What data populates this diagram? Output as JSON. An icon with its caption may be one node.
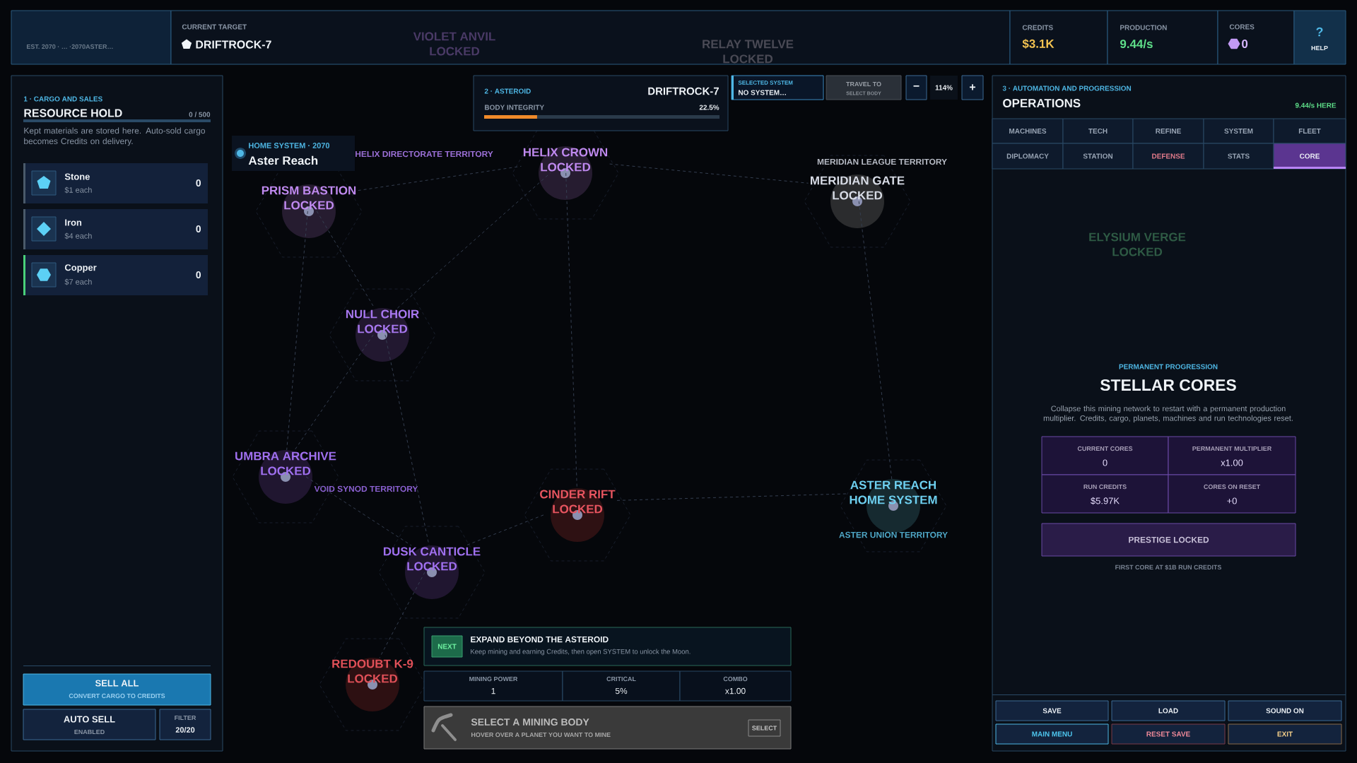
{
  "diagram": {
    "nodes": [
      {
        "text": [
          "EST. 2070 · … ·2070ASTER…"
        ]
      },
      {
        "text": [
          "CURRENT TARGET",
          "DRIFTROCK-7"
        ]
      },
      {
        "text": [
          "CREDITS",
          "$3.1K"
        ]
      },
      {
        "text": [
          "PRODUCTION",
          "9.44/s"
        ]
      },
      {
        "text": [
          "CORES",
          "0"
        ]
      },
      {
        "text": [
          "?",
          "HELP"
        ]
      },
      {
        "text": [
          "1 · CARGO AND SALES",
          "RESOURCE HOLD",
          "0 / 500",
          "Kept materials are stored here. Auto-sold cargo becomes Credits on delivery."
        ]
      },
      {
        "text": [
          "Stone",
          "$1 each",
          "0"
        ],
        "in": 6
      },
      {
        "text": [
          "Iron",
          "$4 each",
          "0"
        ],
        "in": 6
      },
      {
        "text": [
          "Copper",
          "$7 each",
          "0"
        ],
        "in": 6
      },
      {
        "text": [
          "SELL ALL",
          "CONVERT CARGO TO CREDITS"
        ],
        "in": 6
      },
      {
        "text": [
          "AUTO SELL",
          "ENABLED"
        ],
        "in": 6
      },
      {
        "text": [
          "FILTER",
          "20/20"
        ],
        "in": 6
      },
      {
        "text": [
          "2 · ASTEROID",
          "DRIFTROCK-7",
          "BODY INTEGRITY",
          "22.5%"
        ]
      },
      {
        "text": [
          "SELECTED SYSTEM",
          "NO SYSTEM…"
        ]
      },
      {
        "text": [
          "TRAVEL TO",
          "SELECT BODY"
        ]
      },
      {
        "text": [
          "−"
        ]
      },
      {
        "text": [
          "114%"
        ]
      },
      {
        "text": [
          "+"
        ]
      },
      {
        "text": [
          "3 · AUTOMATION AND PROGRESSION",
          "OPERATIONS",
          "9.44/s HERE"
        ]
      },
      {
        "text": [
          "MACHINES"
        ],
        "in": 19
      },
      {
        "text": [
          "TECH"
        ],
        "in": 19
      },
      {
        "text": [
          "REFINE"
        ],
        "in": 19
      },
      {
        "text": [
          "SYSTEM"
        ],
        "in": 19
      },
      {
        "text": [
          "FLEET"
        ],
        "in": 19
      },
      {
        "text": [
          "DIPLOMACY"
        ],
        "in": 19
      },
      {
        "text": [
          "STATION"
        ],
        "in": 19
      },
      {
        "text": [
          "DEFENSE"
        ],
        "in": 19
      },
      {
        "text": [
          "STATS"
        ],
        "in": 19
      },
      {
        "text": [
          "CORE"
        ],
        "in": 19
      },
      {
        "text": [
          "CURRENT CORES",
          "0"
        ],
        "in": 19
      },
      {
        "text": [
          "PERMANENT MULTIPLIER",
          "x1.00"
        ],
        "in": 19
      },
      {
        "text": [
          "RUN CREDITS",
          "$5.97K"
        ],
        "in": 19
      },
      {
        "text": [
          "CORES ON RESET",
          "+0"
        ],
        "in": 19
      },
      {
        "text": [
          "PRESTIGE LOCKED"
        ],
        "in": 19
      },
      {
        "text": [
          "SAVE"
        ],
        "in": 19
      },
      {
        "text": [
          "LOAD"
        ],
        "in": 19
      },
      {
        "text": [
          "SOUND ON"
        ],
        "in": 19
      },
      {
        "text": [
          "MAIN MENU"
        ],
        "in": 19
      },
      {
        "text": [
          "RESET SAVE"
        ],
        "in": 19
      },
      {
        "text": [
          "EXIT"
        ],
        "in": 19
      },
      {
        "text": [
          "NEXT",
          "EXPAND BEYOND THE ASTEROID",
          "Keep mining and earning Credits, then open SYSTEM to unlock the Moon."
        ]
      },
      {
        "text": [
          "MINING POWER",
          "1"
        ]
      },
      {
        "text": [
          "CRITICAL",
          "5%"
        ]
      },
      {
        "text": [
          "COMBO",
          "x1.00"
        ]
      },
      {
        "text": [
          "SELECT A MINING BODY",
          "HOVER OVER A PLANET YOU WANT TO MINE",
          "SELECT"
        ]
      },
      {
        "text": [
          "HOME SYSTEM · 2070",
          "Aster Reach"
        ]
      },
      {
        "text": [
          "VIOLET ANVIL",
          "LOCKED"
        ],
        "in": 1
      },
      {
        "text": [
          "RELAY TWELVE",
          "LOCKED"
        ],
        "in": 1
      },
      {
        "text": [
          "PRISM BASTION",
          "LOCKED"
        ]
      },
      {
        "text": [
          "HELIX CROWN",
          "LOCKED"
        ]
      },
      {
        "text": [
          "MERIDIAN GATE",
          "LOCKED"
        ]
      },
      {
        "text": [
          "NULL CHOIR",
          "LOCKED"
        ]
      },
      {
        "text": [
          "UMBRA ARCHIVE",
          "LOCKED"
        ]
      },
      {
        "text": [
          "CINDER RIFT",
          "LOCKED"
        ]
      },
      {
        "text": [
          "ASTER REACH",
          "HOME SYSTEM"
        ]
      },
      {
        "text": [
          "DUSK CANTICLE",
          "LOCKED"
        ]
      },
      {
        "text": [
          "REDOUBT K-9",
          "LOCKED"
        ]
      },
      {
        "text": [
          "ELYSIUM VERGE",
          "LOCKED"
        ],
        "in": 19
      }
    ],
    "edges": [
      {
        "from": 49,
        "to": 52,
        "arrow": "none"
      },
      {
        "from": 49,
        "to": 50,
        "arrow": "none"
      },
      {
        "from": 52,
        "to": 50,
        "arrow": "none"
      },
      {
        "from": 49,
        "to": 53,
        "arrow": "none"
      },
      {
        "from": 52,
        "to": 53,
        "arrow": "none"
      },
      {
        "from": 52,
        "to": 56,
        "arrow": "none"
      },
      {
        "from": 53,
        "to": 56,
        "arrow": "none"
      },
      {
        "from": 50,
        "to": 54,
        "arrow": "none"
      },
      {
        "from": 50,
        "to": 51,
        "arrow": "none"
      },
      {
        "from": 51,
        "to": 55,
        "arrow": "none"
      },
      {
        "from": 54,
        "to": 55,
        "arrow": "none"
      },
      {
        "from": 54,
        "to": 56,
        "arrow": "none"
      },
      {
        "from": 56,
        "to": 57,
        "arrow": "none"
      }
    ],
    "labels": [
      "HELIX DIRECTORATE TERRITORY",
      "MERIDIAN LEAGUE TERRITORY",
      "VOID SYNOD TERRITORY",
      "ASTER UNION TERRITORY",
      "PERMANENT PROGRESSION",
      "STELLAR CORES",
      "Collapse this mining network to restart with a permanent production multiplier. Credits, cargo, planets, machines and run technologies reset.",
      "FIRST CORE AT $1B RUN CREDITS"
    ]
  }
}
